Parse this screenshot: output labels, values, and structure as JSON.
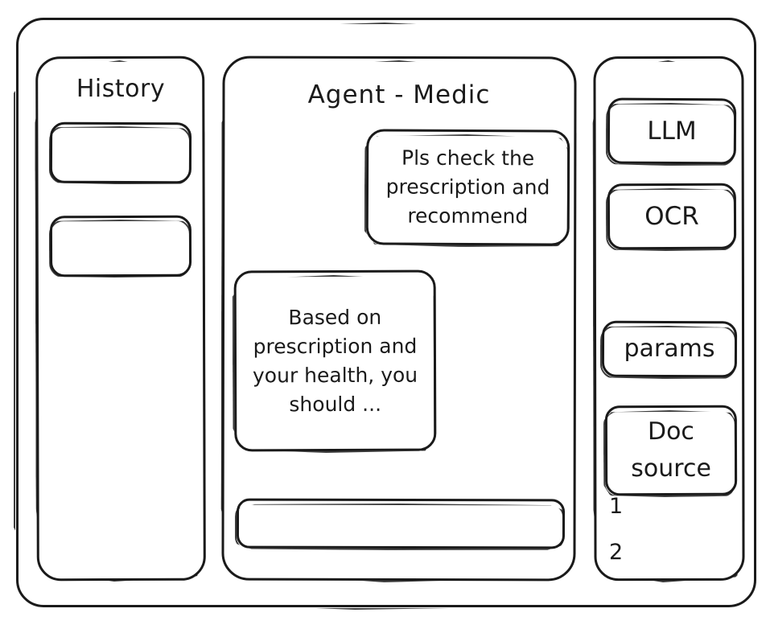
{
  "window": {
    "style": "hand-drawn-wireframe",
    "ink_color": "#1a1a1a",
    "background_color": "#ffffff"
  },
  "sidebar_left": {
    "title": "History",
    "items": [
      {
        "label": ""
      },
      {
        "label": ""
      }
    ]
  },
  "main": {
    "title": "Agent - Medic",
    "messages": [
      {
        "role": "user",
        "text": "Pls check the prescription and recommend",
        "align": "right"
      },
      {
        "role": "agent",
        "text": "Based on prescription and your health, you should ...",
        "align": "left"
      }
    ],
    "composer": {
      "value": "",
      "placeholder": ""
    }
  },
  "sidebar_right": {
    "tools": [
      {
        "label": "LLM"
      },
      {
        "label": "OCR"
      },
      {
        "label": "params"
      },
      {
        "label": "Doc source"
      }
    ],
    "doc_sources": [
      {
        "label": "1"
      },
      {
        "label": "2"
      }
    ]
  }
}
